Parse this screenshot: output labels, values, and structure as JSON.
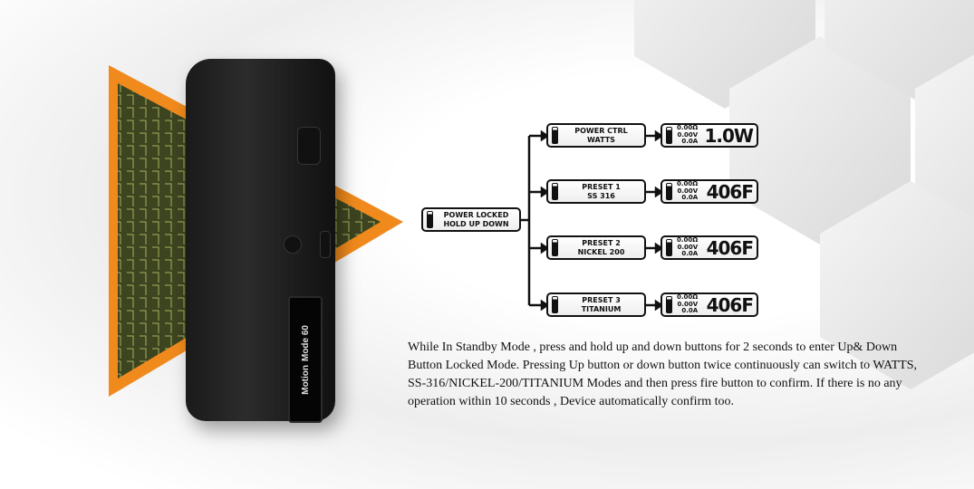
{
  "device_screen": {
    "line1": "Motion",
    "line2": "Mode 60"
  },
  "root": {
    "line1": "POWER LOCKED",
    "line2": "HOLD UP DOWN"
  },
  "modes": [
    {
      "line1": "POWER CTRL",
      "line2": "WATTS",
      "readings": [
        "0.00Ω",
        "0.00V",
        "0.0A"
      ],
      "display": "1.0W"
    },
    {
      "line1": "PRESET  1",
      "line2": "SS 316",
      "readings": [
        "0.00Ω",
        "0.00V",
        "0.0A"
      ],
      "display": "406F"
    },
    {
      "line1": "PRESET  2",
      "line2": "NICKEL 200",
      "readings": [
        "0.00Ω",
        "0.00V",
        "0.0A"
      ],
      "display": "406F"
    },
    {
      "line1": "PRESET  3",
      "line2": "TITANIUM",
      "readings": [
        "0.00Ω",
        "0.00V",
        "0.0A"
      ],
      "display": "406F"
    }
  ],
  "description": "While In Standby Mode , press and hold up and down buttons for 2 seconds to enter Up& Down Button Locked Mode. Pressing Up button or down button twice continuously can switch to WATTS, SS-316/NICKEL-200/TITANIUM Modes and then press fire button to confirm. If there is no any operation within 10 seconds , Device automatically confirm too.",
  "colors": {
    "accent": "#f08a1c",
    "circuit": "#6f7a3a"
  }
}
